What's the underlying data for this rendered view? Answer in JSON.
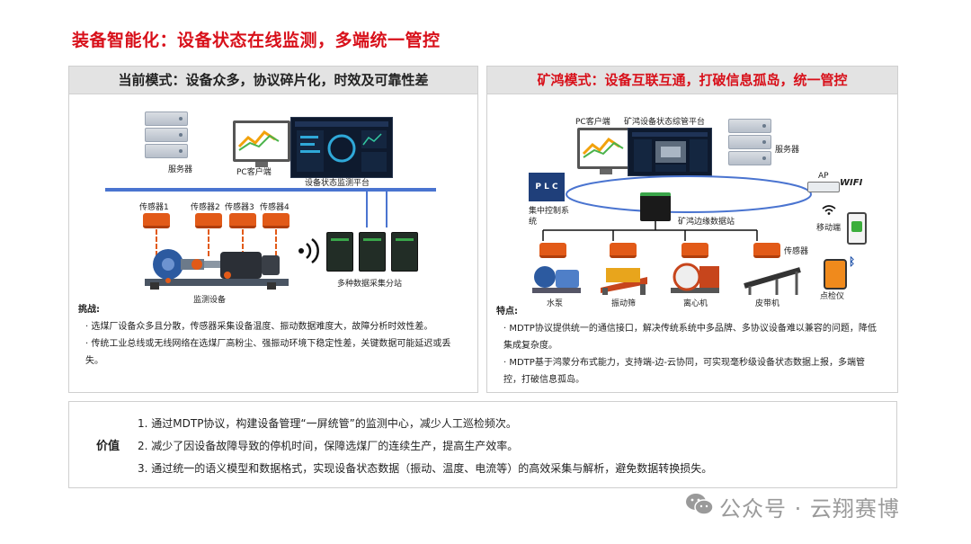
{
  "title": "装备智能化：设备状态在线监测，多端统一管控",
  "left_panel": {
    "header": "当前模式：设备众多，协议碎片化，时效及可靠性差",
    "labels": {
      "server": "服务器",
      "pc_client": "PC客户端",
      "platform": "设备状态监测平台",
      "sensors": [
        "传感器1",
        "传感器2",
        "传感器3",
        "传感器4"
      ],
      "monitored": "监测设备",
      "stations": "多种数据采集分站"
    },
    "challenge_title": "挑战:",
    "challenge_items": [
      "· 选煤厂设备众多且分散，传感器采集设备温度、振动数据难度大，故障分析时效性差。",
      "· 传统工业总线或无线网络在选煤厂高粉尘、强振动环境下稳定性差，关键数据可能延迟或丢失。"
    ]
  },
  "right_panel": {
    "header": "矿鸿模式：设备互联互通，打破信息孤岛，统一管控",
    "labels": {
      "pc_client": "PC客户端",
      "platform": "矿鸿设备状态综管平台",
      "server": "服务器",
      "plc": "P L C",
      "plc_name": "集中控制系统",
      "ap": "AP",
      "wifi": "WIFI",
      "edge": "矿鸿边缘数据站",
      "mobile": "移动端",
      "sensor": "传感器",
      "devices": [
        "水泵",
        "振动筛",
        "离心机",
        "皮带机"
      ],
      "inspector": "点检仪"
    },
    "feature_title": "特点:",
    "feature_items": [
      "· MDTP协议提供统一的通信接口，解决传统系统中多品牌、多协议设备难以兼容的问题，降低集成复杂度。",
      "· MDTP基于鸿蒙分布式能力，支持端-边-云协同，可实现毫秒级设备状态数据上报，多端管控，打破信息孤岛。"
    ]
  },
  "value": {
    "label": "价值",
    "items": [
      "1. 通过MDTP协议，构建设备管理“一屏统管”的监测中心，减少人工巡检频次。",
      "2. 减少了因设备故障导致的停机时间，保障选煤厂的连续生产，提高生产效率。",
      "3. 通过统一的语义模型和数据格式，实现设备状态数据（振动、温度、电流等）的高效采集与解析，避免数据转换损失。"
    ]
  },
  "watermark": "公众号 · 云翔赛博",
  "colors": {
    "title_red": "#d8101a",
    "bus_blue": "#4a74d0",
    "sensor_orange": "#e25a18",
    "header_gray": "#e3e3e3"
  }
}
